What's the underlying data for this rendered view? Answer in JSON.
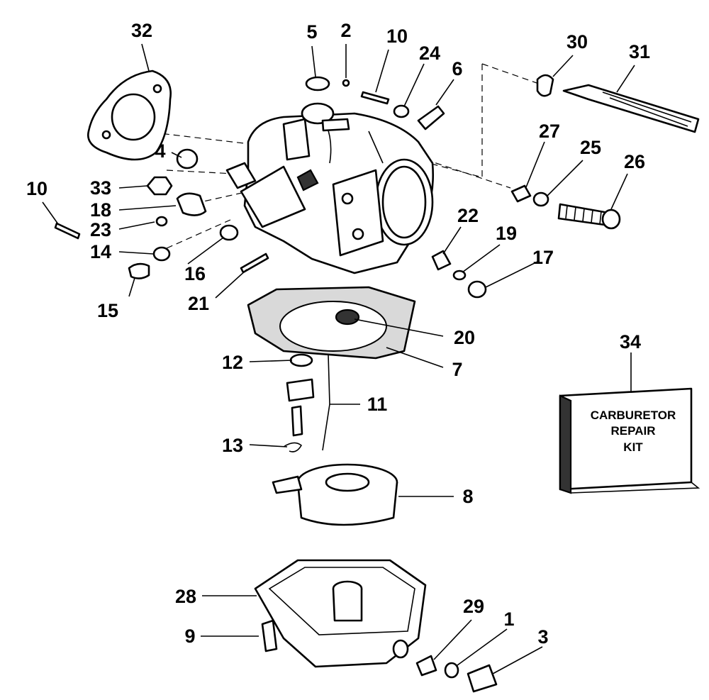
{
  "labels": {
    "l1": "1",
    "l2": "2",
    "l3": "3",
    "l4": "4",
    "l5": "5",
    "l6": "6",
    "l7": "7",
    "l8": "8",
    "l9": "9",
    "l10a": "10",
    "l10b": "10",
    "l11": "11",
    "l12": "12",
    "l13": "13",
    "l14": "14",
    "l15": "15",
    "l16": "16",
    "l17": "17",
    "l18": "18",
    "l19": "19",
    "l20": "20",
    "l21": "21",
    "l22": "22",
    "l23": "23",
    "l24": "24",
    "l25": "25",
    "l26": "26",
    "l27": "27",
    "l28": "28",
    "l29": "29",
    "l30": "30",
    "l31": "31",
    "l32": "32",
    "l33": "33",
    "l34": "34"
  },
  "kit": {
    "line1": "CARBURETOR",
    "line2": "REPAIR",
    "line3": "KIT"
  }
}
